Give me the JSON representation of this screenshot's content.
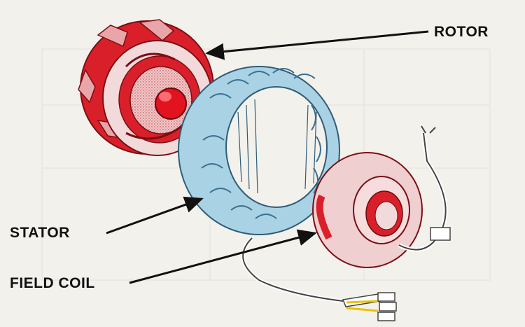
{
  "labels": {
    "rotor": "ROTOR",
    "stator": "STATOR",
    "field_coil": "FIELD COIL"
  },
  "colors": {
    "background": "#f3f1ec",
    "rotor_red": "#d9202a",
    "rotor_light": "#f0c9c9",
    "stator_blue": "#a9d2e4",
    "stator_line": "#3a6f8f",
    "field_coil_pink": "#efcfd0",
    "wire": "#ffffff",
    "terminal_yellow": "#e8c300"
  },
  "icons": [
    "rotor-part",
    "stator-part",
    "field-coil-part",
    "wire-harness",
    "leader-arrow"
  ]
}
